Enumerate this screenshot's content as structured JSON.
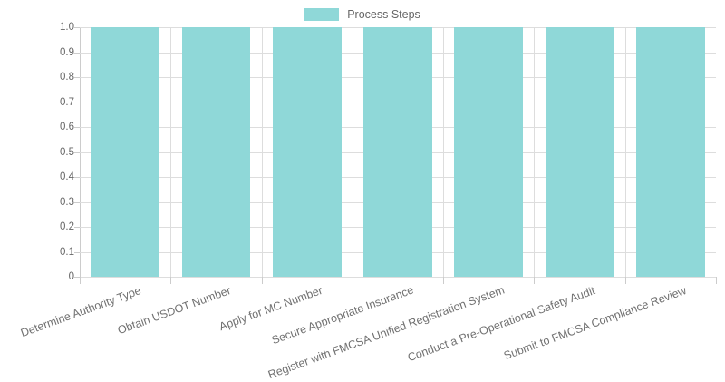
{
  "chart_data": {
    "type": "bar",
    "title": "",
    "xlabel": "",
    "ylabel": "",
    "categories": [
      "Determine Authority Type",
      "Obtain USDOT Number",
      "Apply for MC Number",
      "Secure Appropriate Insurance",
      "Register with FMCSA Unified Registration System",
      "Conduct a Pre-Operational Safety Audit",
      "Submit to FMCSA Compliance Review"
    ],
    "values": [
      1.0,
      1.0,
      1.0,
      1.0,
      1.0,
      1.0,
      1.0
    ],
    "series": [
      {
        "name": "Process Steps",
        "color": "#8fd8d8",
        "values": [
          1.0,
          1.0,
          1.0,
          1.0,
          1.0,
          1.0,
          1.0
        ]
      }
    ],
    "ylim": [
      0,
      1.0
    ],
    "ytick_labels": [
      "1.0",
      "0.9",
      "0.8",
      "0.7",
      "0.6",
      "0.5",
      "0.4",
      "0.3",
      "0.2",
      "0.1",
      "0"
    ],
    "ytick_values": [
      1.0,
      0.9,
      0.8,
      0.7,
      0.6,
      0.5,
      0.4,
      0.3,
      0.2,
      0.1,
      0
    ],
    "grid": true,
    "legend_position": "top-center",
    "xtick_label_rotation": -20
  },
  "legend": {
    "items": [
      {
        "label": "Process Steps",
        "color": "#8fd8d8"
      }
    ]
  },
  "colors": {
    "bar": "#8fd8d8",
    "grid": "#dddddd",
    "axis": "#cccccc",
    "tick_text": "#666666",
    "xlabel_text": "#707070",
    "background": "#ffffff"
  }
}
